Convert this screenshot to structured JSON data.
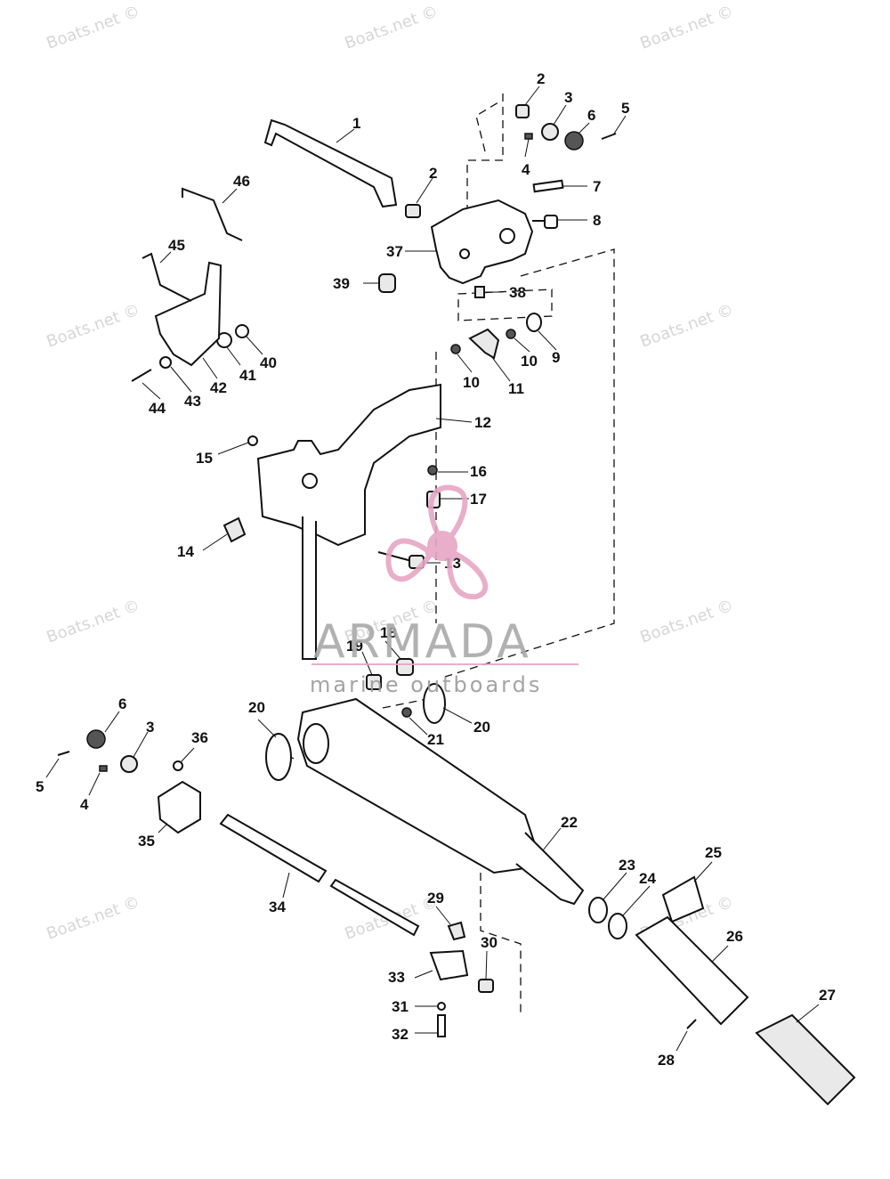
{
  "watermark_text": "Boats.net ©",
  "brand": {
    "title": "ARMADA",
    "subtitle": "marine outboards",
    "accent_color": "#e7a6c4",
    "text_color": "#9a9a9a"
  },
  "callouts": [
    {
      "id": "c1",
      "label": "1"
    },
    {
      "id": "c2a",
      "label": "2"
    },
    {
      "id": "c2b",
      "label": "2"
    },
    {
      "id": "c3a",
      "label": "3"
    },
    {
      "id": "c3b",
      "label": "3"
    },
    {
      "id": "c4a",
      "label": "4"
    },
    {
      "id": "c4b",
      "label": "4"
    },
    {
      "id": "c5a",
      "label": "5"
    },
    {
      "id": "c5b",
      "label": "5"
    },
    {
      "id": "c6a",
      "label": "6"
    },
    {
      "id": "c6b",
      "label": "6"
    },
    {
      "id": "c7",
      "label": "7"
    },
    {
      "id": "c8",
      "label": "8"
    },
    {
      "id": "c9",
      "label": "9"
    },
    {
      "id": "c10a",
      "label": "10"
    },
    {
      "id": "c10b",
      "label": "10"
    },
    {
      "id": "c11",
      "label": "11"
    },
    {
      "id": "c12",
      "label": "12"
    },
    {
      "id": "c13",
      "label": "13"
    },
    {
      "id": "c14",
      "label": "14"
    },
    {
      "id": "c15",
      "label": "15"
    },
    {
      "id": "c16",
      "label": "16"
    },
    {
      "id": "c17",
      "label": "17"
    },
    {
      "id": "c18",
      "label": "18"
    },
    {
      "id": "c19",
      "label": "19"
    },
    {
      "id": "c20a",
      "label": "20"
    },
    {
      "id": "c20b",
      "label": "20"
    },
    {
      "id": "c21",
      "label": "21"
    },
    {
      "id": "c22",
      "label": "22"
    },
    {
      "id": "c23",
      "label": "23"
    },
    {
      "id": "c24",
      "label": "24"
    },
    {
      "id": "c25",
      "label": "25"
    },
    {
      "id": "c26",
      "label": "26"
    },
    {
      "id": "c27",
      "label": "27"
    },
    {
      "id": "c28",
      "label": "28"
    },
    {
      "id": "c29",
      "label": "29"
    },
    {
      "id": "c30",
      "label": "30"
    },
    {
      "id": "c31",
      "label": "31"
    },
    {
      "id": "c32",
      "label": "32"
    },
    {
      "id": "c33",
      "label": "33"
    },
    {
      "id": "c34",
      "label": "34"
    },
    {
      "id": "c35",
      "label": "35"
    },
    {
      "id": "c36",
      "label": "36"
    },
    {
      "id": "c37",
      "label": "37"
    },
    {
      "id": "c38",
      "label": "38"
    },
    {
      "id": "c39",
      "label": "39"
    },
    {
      "id": "c40",
      "label": "40"
    },
    {
      "id": "c41",
      "label": "41"
    },
    {
      "id": "c42",
      "label": "42"
    },
    {
      "id": "c43",
      "label": "43"
    },
    {
      "id": "c44",
      "label": "44"
    },
    {
      "id": "c45",
      "label": "45"
    },
    {
      "id": "c46",
      "label": "46"
    }
  ]
}
